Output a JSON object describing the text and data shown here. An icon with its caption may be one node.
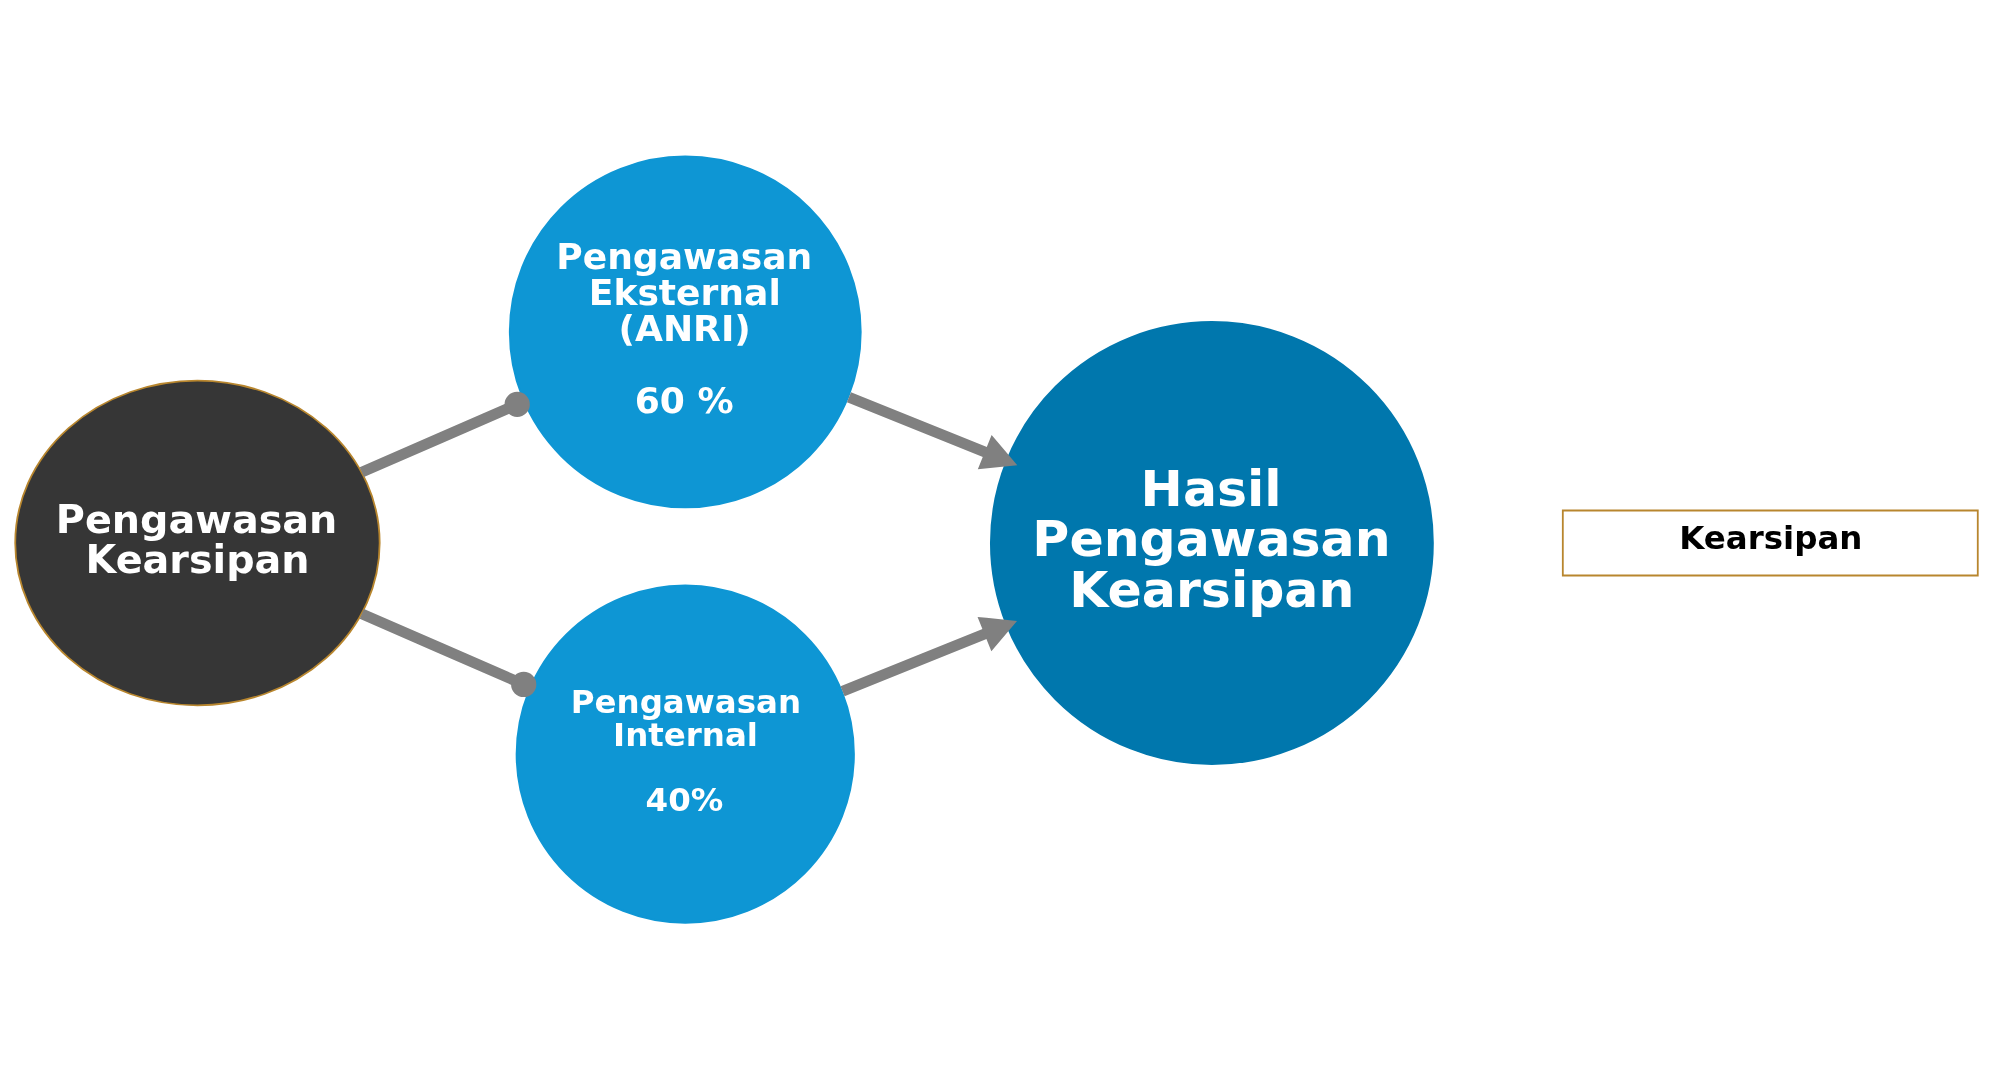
{
  "diagram": {
    "nodes": [
      {
        "text": [
          "Pengawasan Kearsipan"
        ]
      },
      {
        "text": [
          "Pengawasan Eksternal (ANRI)",
          "60 %"
        ]
      },
      {
        "text": [
          "Pengawasan Internal",
          "40%"
        ]
      },
      {
        "text": [
          "Hasil Pengawasan Kearsipan"
        ]
      },
      {
        "text": [
          "Kearsipan"
        ]
      }
    ],
    "edges": [
      {
        "from": 0,
        "to": 1,
        "arrow": "other"
      },
      {
        "from": 0,
        "to": 2,
        "arrow": "other"
      },
      {
        "from": 1,
        "to": 3,
        "arrow": "to"
      },
      {
        "from": 2,
        "to": 3,
        "arrow": "to"
      }
    ]
  }
}
